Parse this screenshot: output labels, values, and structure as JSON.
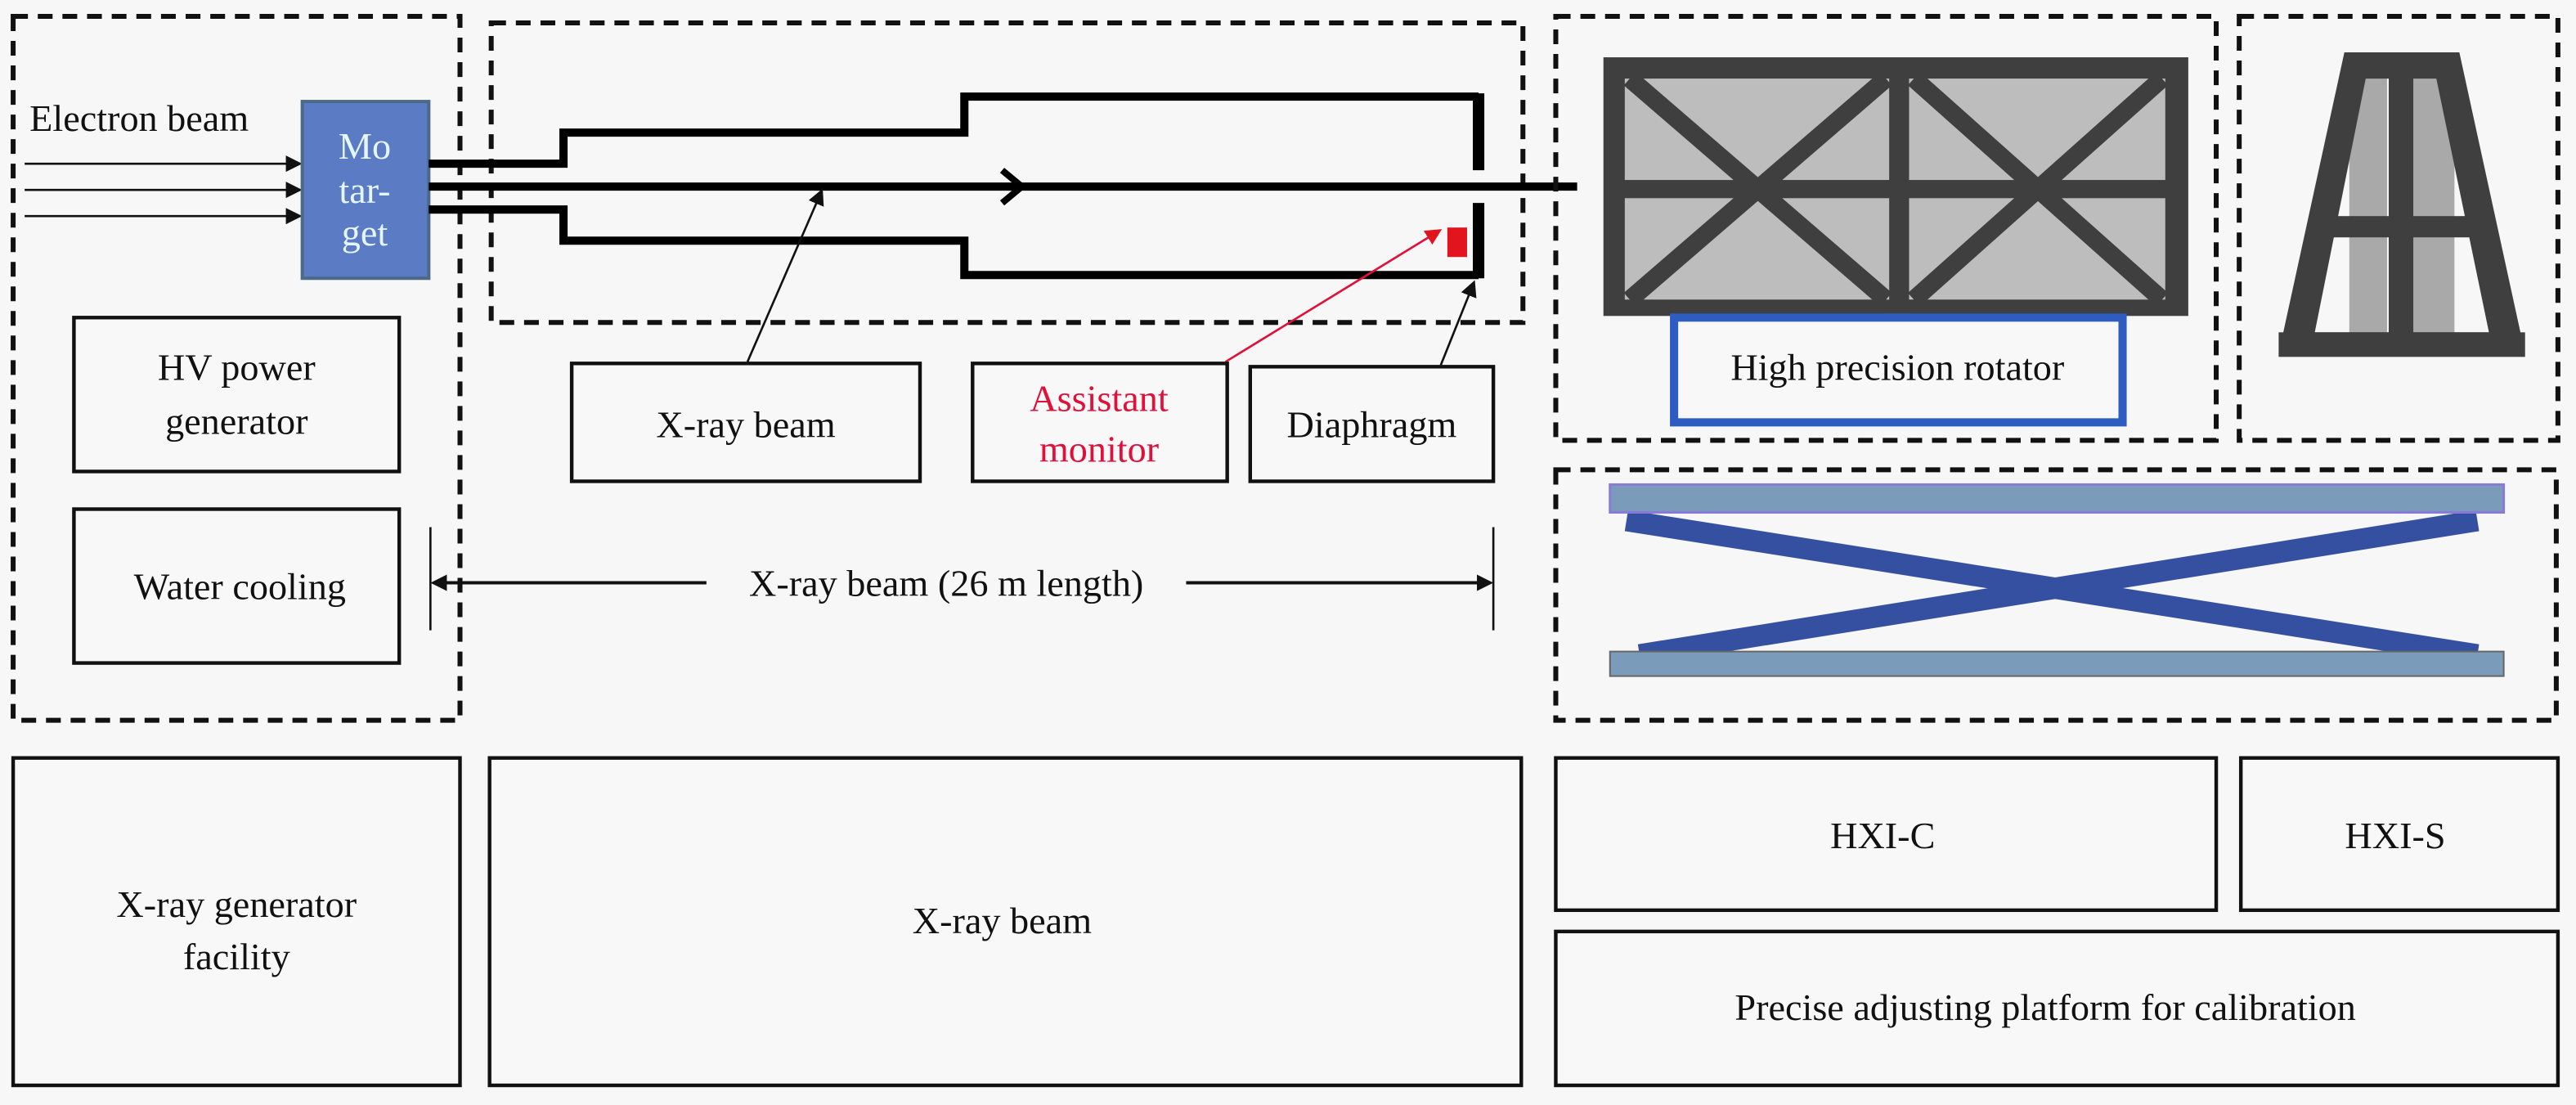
{
  "diagram": {
    "groups": {
      "xray_generator": {
        "electron_beam_label": "Electron beam",
        "target_label_lines": [
          "Mo",
          "tar-",
          "get"
        ],
        "hv_power_lines": [
          "HV power",
          "generator"
        ],
        "water_cooling": "Water cooling"
      },
      "xray_beam": {
        "callouts": {
          "xray_beam": "X-ray beam",
          "assistant_monitor_lines": [
            "Assistant",
            "monitor"
          ],
          "diaphragm": "Diaphragm"
        },
        "length_label": "X-ray beam (26 m length)"
      },
      "hxi_c": {
        "rotator_label": "High precision rotator"
      }
    },
    "bottom_labels": {
      "generator_facility_lines": [
        "X-ray generator",
        "facility"
      ],
      "xray_beam": "X-ray beam",
      "hxi_c": "HXI-C",
      "hxi_s": "HXI-S",
      "platform": "Precise adjusting platform for calibration"
    },
    "colors": {
      "target_fill": "#5b7cc4",
      "target_text": "#e6f6ff",
      "assistant_monitor": "#e0103a",
      "monitor_marker": "#e2141e",
      "rotator_border": "#2e5cc0",
      "frame_dark": "#3f3f3f",
      "panel_gray": "#bdbdbd",
      "lift_bar": "#7a9cba",
      "lift_scissor": "#3550a0"
    }
  }
}
